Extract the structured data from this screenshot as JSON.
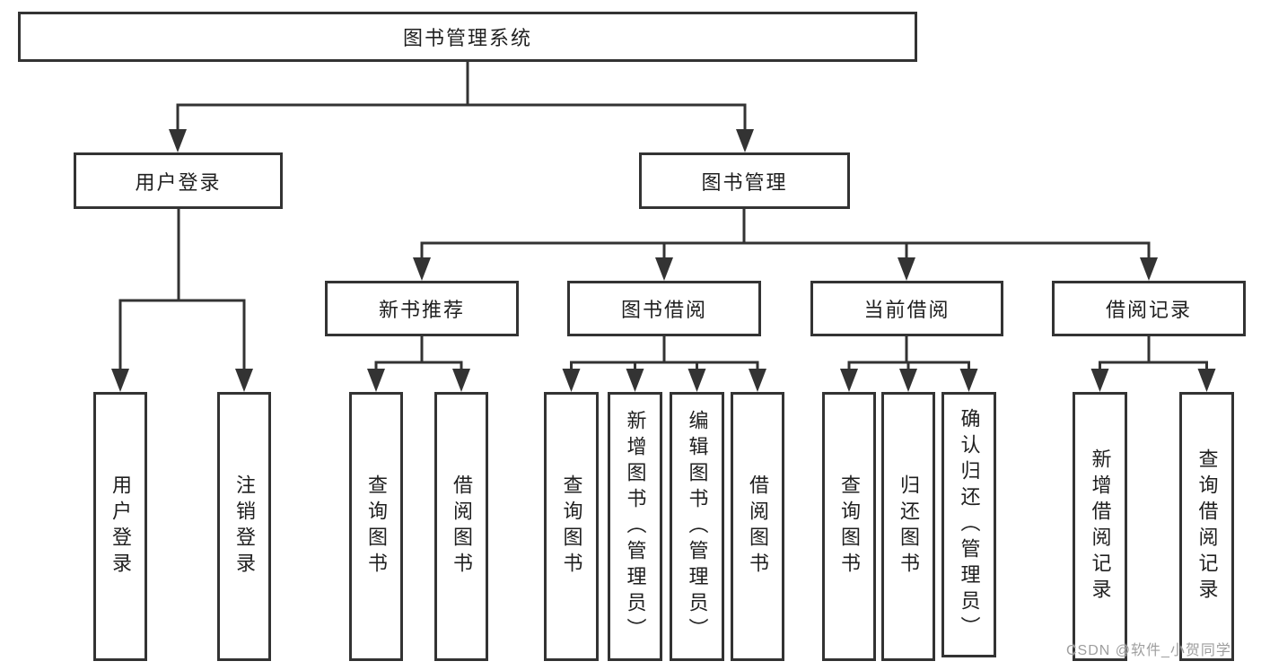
{
  "tree": {
    "label": "图书管理系统",
    "children": [
      {
        "label": "用户登录",
        "children": [
          {
            "label": "用户登录"
          },
          {
            "label": "注销登录"
          }
        ]
      },
      {
        "label": "图书管理",
        "children": [
          {
            "label": "新书推荐",
            "children": [
              {
                "label": "查询图书"
              },
              {
                "label": "借阅图书"
              }
            ]
          },
          {
            "label": "图书借阅",
            "children": [
              {
                "label": "查询图书"
              },
              {
                "label": "新增图书（管理员）"
              },
              {
                "label": "编辑图书（管理员）"
              },
              {
                "label": "借阅图书"
              }
            ]
          },
          {
            "label": "当前借阅",
            "children": [
              {
                "label": "查询图书"
              },
              {
                "label": "归还图书"
              },
              {
                "label": "确认归还（管理员）"
              }
            ]
          },
          {
            "label": "借阅记录",
            "children": [
              {
                "label": "新增借阅记录"
              },
              {
                "label": "查询借阅记录"
              }
            ]
          }
        ]
      }
    ]
  },
  "watermark": {
    "text": "CSDN @软件_小贺同学",
    "color": "#9e9e9e"
  },
  "colors": {
    "line": "#333333",
    "text": "#1f1f1f",
    "background": "#ffffff"
  }
}
